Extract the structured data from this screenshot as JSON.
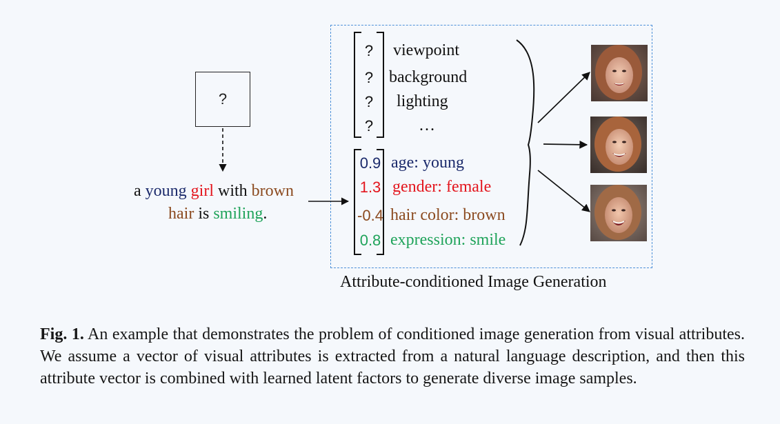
{
  "question_box": {
    "text": "?"
  },
  "sentence": {
    "line1": [
      {
        "text": "a ",
        "color": "#111111"
      },
      {
        "text": "young",
        "color": "#1b2a6b"
      },
      {
        "text": " ",
        "color": "#111111"
      },
      {
        "text": "girl",
        "color": "#e3141c"
      },
      {
        "text": " with ",
        "color": "#111111"
      },
      {
        "text": "brown",
        "color": "#8b4a1f"
      }
    ],
    "line2": [
      {
        "text": "hair",
        "color": "#8b4a1f"
      },
      {
        "text": " is ",
        "color": "#111111"
      },
      {
        "text": "smiling",
        "color": "#1fa35a"
      },
      {
        "text": ".",
        "color": "#111111"
      }
    ]
  },
  "unknown_attributes": [
    {
      "value": "?",
      "label": "viewpoint"
    },
    {
      "value": "?",
      "label": "background"
    },
    {
      "value": "?",
      "label": "lighting"
    },
    {
      "value": "?",
      "label": "…"
    }
  ],
  "known_attributes": [
    {
      "value": "0.9",
      "label": "age: young",
      "color": "#1b2a6b"
    },
    {
      "value": "1.3",
      "label": "gender: female",
      "color": "#e3141c"
    },
    {
      "value": "-0.4",
      "label": "hair color: brown",
      "color": "#8b4a1f"
    },
    {
      "value": "0.8",
      "label": "expression: smile",
      "color": "#1fa35a"
    }
  ],
  "generation_caption": "Attribute-conditioned Image Generation",
  "faces": [
    {
      "name": "generated-face-1"
    },
    {
      "name": "generated-face-2"
    },
    {
      "name": "generated-face-3"
    }
  ],
  "figure_caption": {
    "label": "Fig. 1.",
    "text": " An example that demonstrates the problem of conditioned image generation from visual attributes. We assume a vector of visual attributes is extracted from a natural language description, and then this attribute vector is combined with learned latent factors to generate diverse image samples."
  },
  "colors": {
    "background": "#f5f8fc",
    "dashed_border": "#4b8fd8",
    "young": "#1b2a6b",
    "girl": "#e3141c",
    "brown": "#8b4a1f",
    "smiling": "#1fa35a"
  }
}
